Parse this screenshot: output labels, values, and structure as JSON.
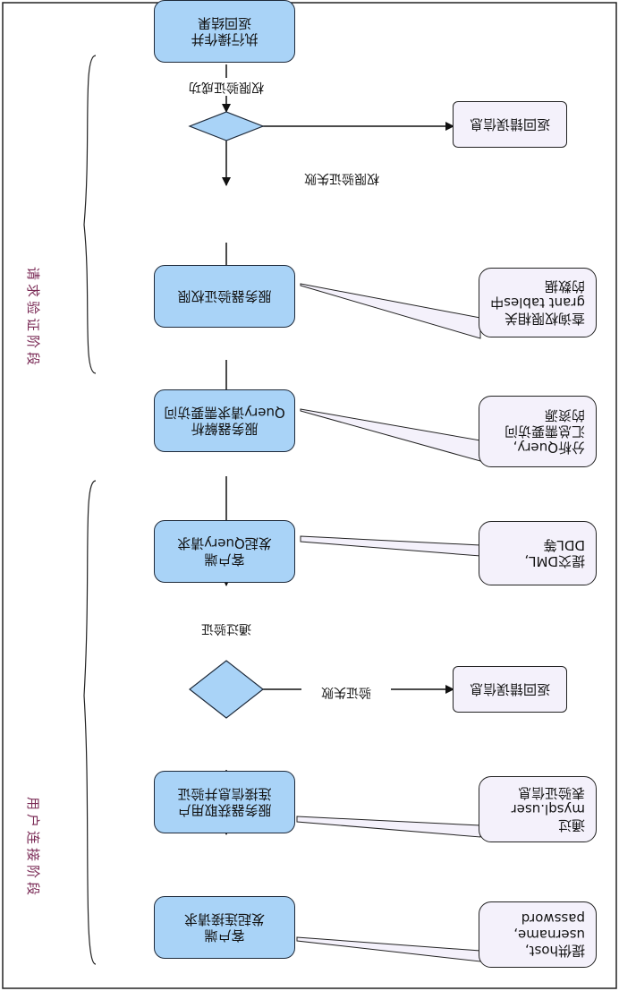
{
  "colors": {
    "box_fill": "#a9d3f7",
    "box_stroke": "#1e2a3a",
    "decision_fill": "#a9d3f7",
    "callout_fill": "#f4f1fb",
    "reject_fill": "#f4f1fb",
    "phase_text": "#7a2a55",
    "line": "#111111"
  },
  "phases": {
    "connect": "用户连接阶段",
    "verify": "请求验证阶段"
  },
  "steps": {
    "s1": "客户端\n发起连接请求",
    "s2": "服务器获取用户\n连接信息并验证",
    "s3": "客户端\n发起Query请求",
    "s4": "服务器解析\nQuery请求需要访问",
    "s5": "服务器验证权限",
    "s6": "执行操作并\n返回结果"
  },
  "callouts": {
    "c1": "提供host,\nusername,\npassword",
    "c2": "通过\nmysql.user\n表验证信息",
    "c3": "提交DML,\nDDL等",
    "c4": "分析Query,\n汇总需要访问\n的资源",
    "c5": "查询权限相关\ngrant tables中\n的数据"
  },
  "reject": {
    "r1": "返回错误信息",
    "r2": "返回错误信息"
  },
  "edges": {
    "auth_ok": "通过验证",
    "auth_fail": "验证失败",
    "perm_ok": "权限验证成功",
    "perm_fail": "权限验证失败"
  }
}
